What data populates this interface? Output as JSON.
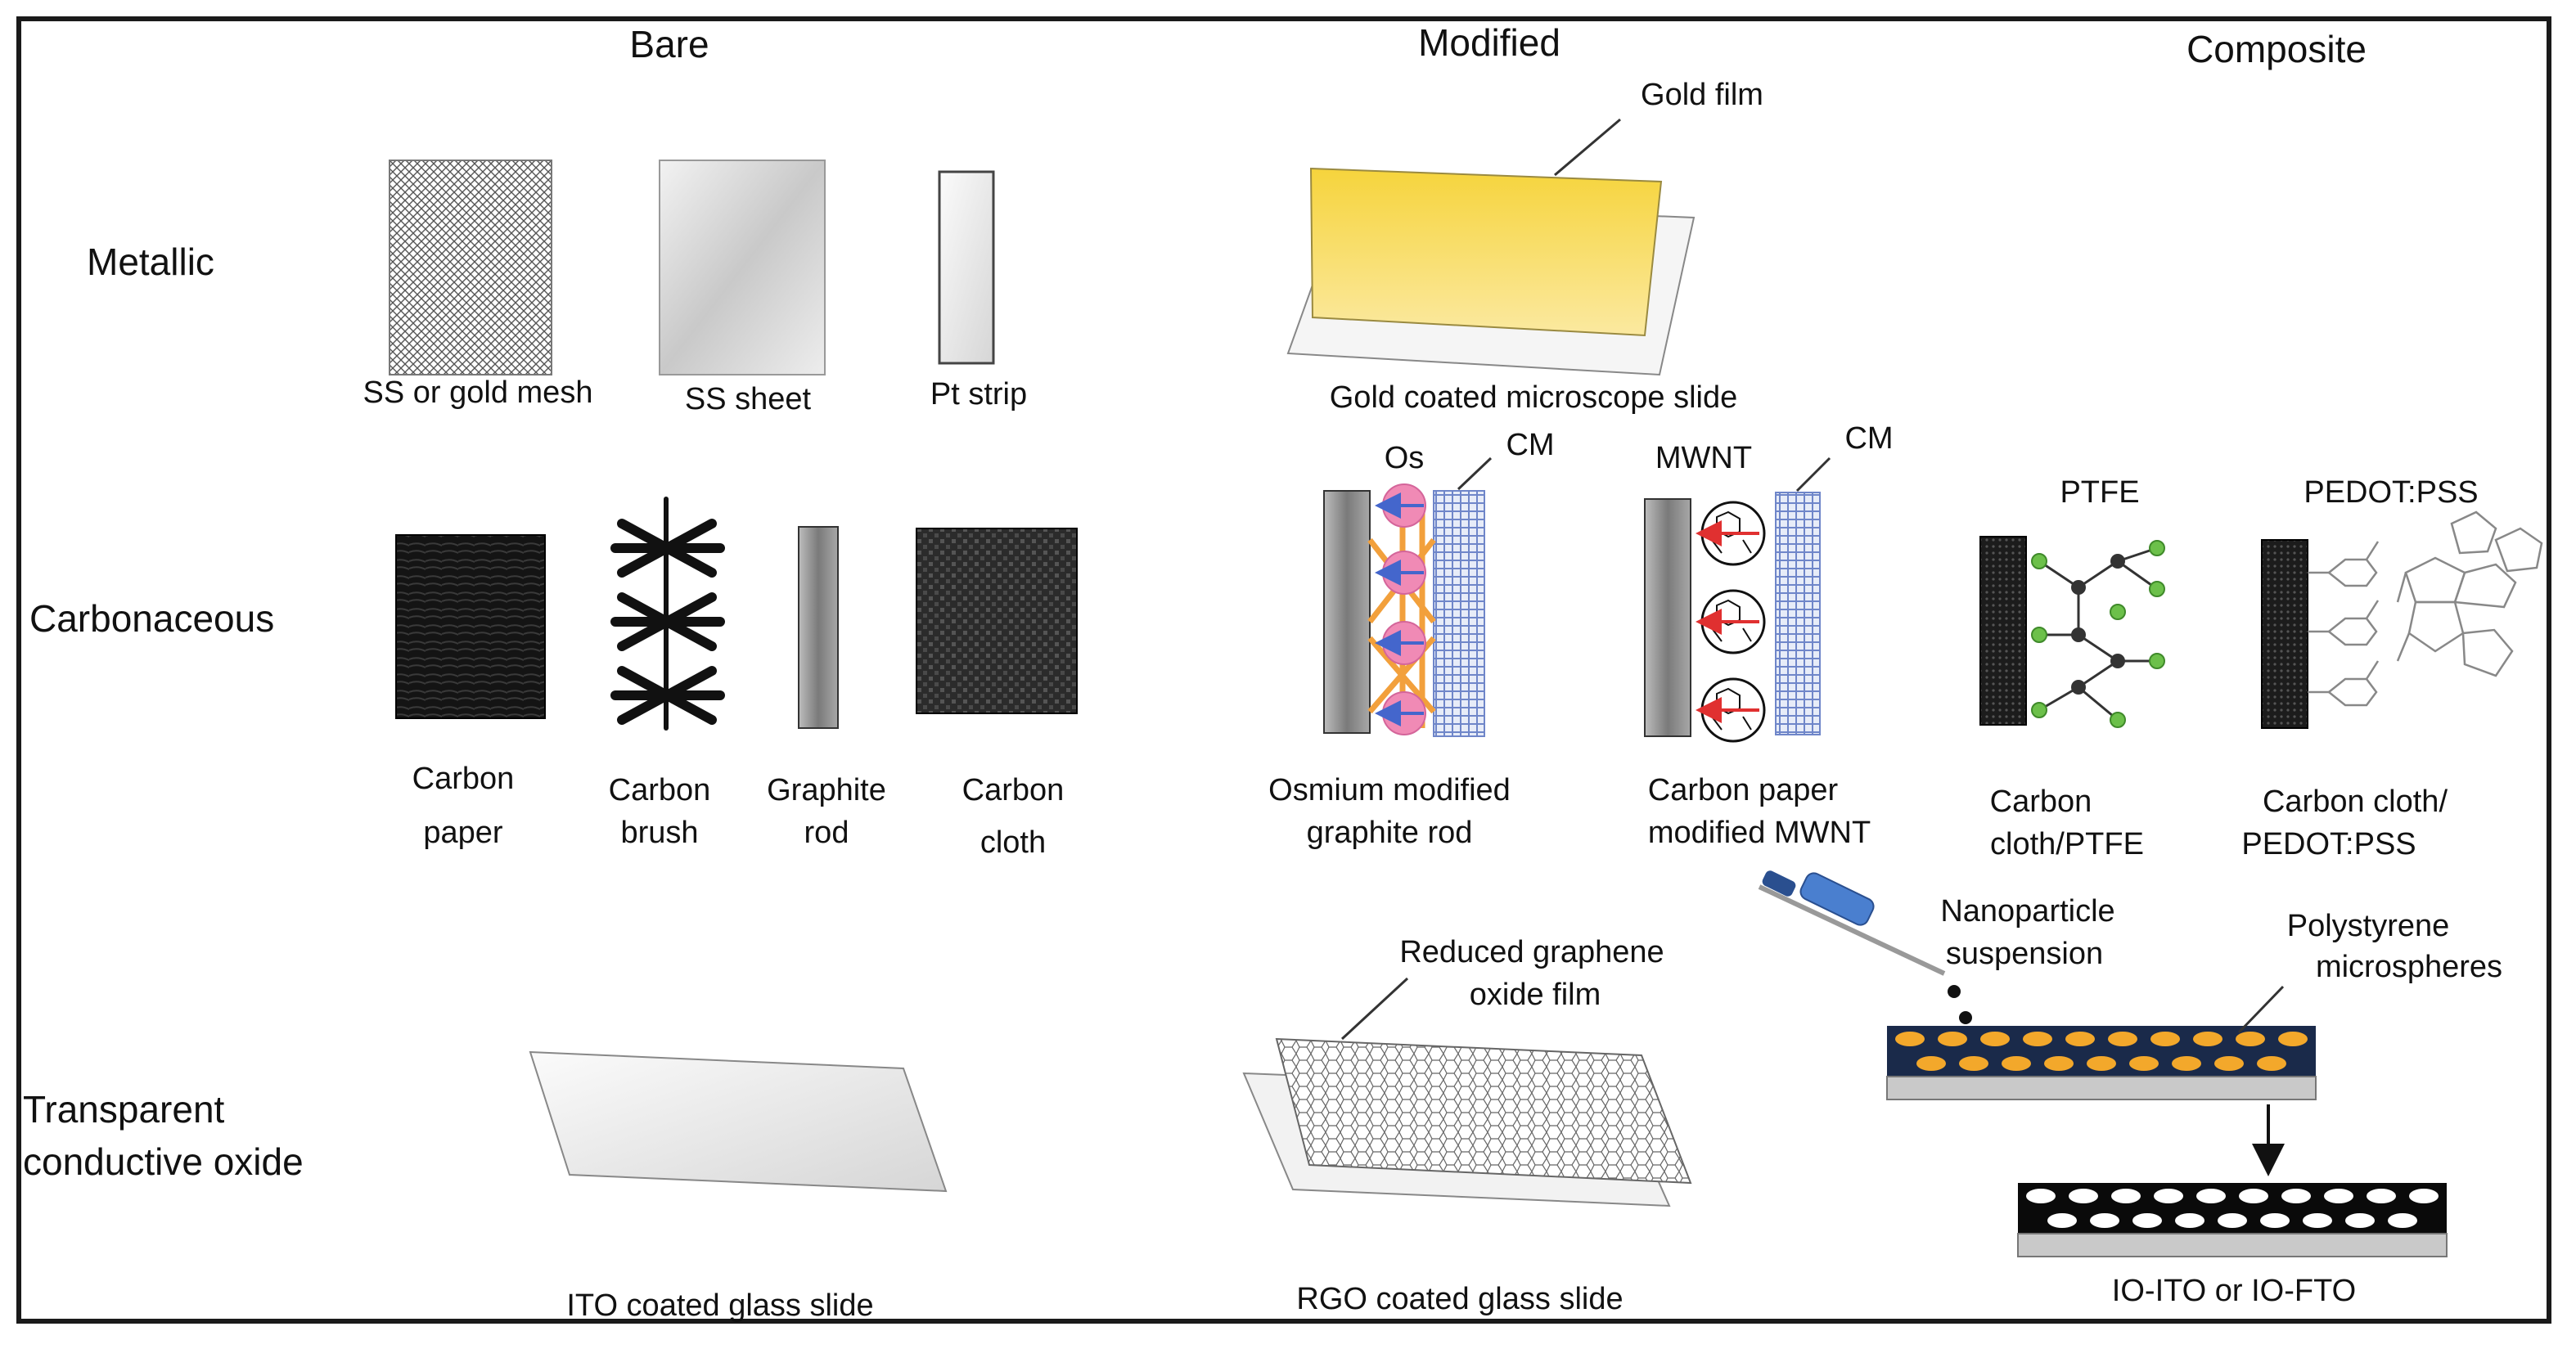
{
  "columns": {
    "bare": "Bare",
    "modified": "Modified",
    "composite": "Composite"
  },
  "rows": {
    "metallic": "Metallic",
    "carbonaceous": "Carbonaceous",
    "tco_line1": "Transparent",
    "tco_line2": "conductive oxide"
  },
  "metallic": {
    "mesh": "SS or gold mesh",
    "sheet": "SS sheet",
    "strip": "Pt strip",
    "gold_film": "Gold film",
    "gold_slide": "Gold coated microscope slide"
  },
  "carbon": {
    "paper_1": "Carbon",
    "paper_2": "paper",
    "brush_1": "Carbon",
    "brush_2": "brush",
    "rod_1": "Graphite",
    "rod_2": "rod",
    "cloth_1": "Carbon",
    "cloth_2": "cloth",
    "os_label": "Os",
    "cm_label_1": "CM",
    "os_rod_1": "Osmium modified",
    "os_rod_2": "graphite rod",
    "mwnt_label": "MWNT",
    "cm_label_2": "CM",
    "mwnt_1": "Carbon paper",
    "mwnt_2": "modified MWNT",
    "ptfe_label": "PTFE",
    "ptfe_1": "Carbon",
    "ptfe_2": "cloth/PTFE",
    "pedot_label": "PEDOT:PSS",
    "pedot_1": "Carbon cloth/",
    "pedot_2": "PEDOT:PSS"
  },
  "tco": {
    "ito": "ITO coated glass slide",
    "rgo_film_1": "Reduced graphene",
    "rgo_film_2": "oxide film",
    "rgo": "RGO coated glass slide",
    "np_1": "Nanoparticle",
    "np_2": "suspension",
    "ps_1": "Polystyrene",
    "ps_2": "microspheres",
    "io": "IO-ITO or IO-FTO"
  },
  "colors": {
    "gold": "#f7d64a",
    "carbon_dark": "#1c1c1c",
    "rod_grey": "#8c8c8c",
    "osmium_pink": "#f08ab5",
    "linker_orange": "#f2a03c",
    "membrane_blue": "#6f86c9",
    "ptfe_green": "#6cc04a",
    "navy_layer": "#1a2a4a",
    "microsphere_orange": "#f3a82b",
    "arrow_red": "#e03030",
    "arrow_blue": "#4466cc"
  }
}
